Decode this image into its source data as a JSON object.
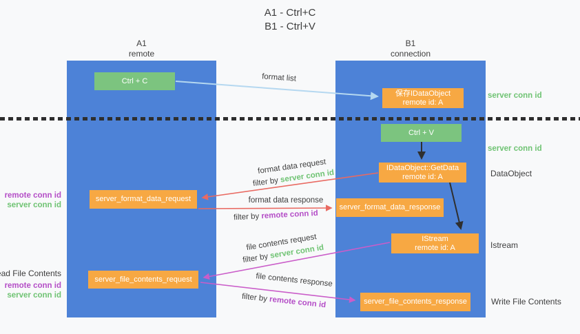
{
  "title": {
    "line1": "A1 - Ctrl+C",
    "line2": "B1 - Ctrl+V"
  },
  "lanes": {
    "left": {
      "header_line1": "A1",
      "header_line2": "remote"
    },
    "right": {
      "header_line1": "B1",
      "header_line2": "connection"
    }
  },
  "nodes": {
    "ctrl_c": {
      "label": "Ctrl + C"
    },
    "save_idataobject": {
      "line1": "保存IDataObject",
      "line2": "remote id: A"
    },
    "ctrl_v": {
      "label": "Ctrl + V"
    },
    "getdata": {
      "line1": "IDataObject::GetData",
      "line2": "remote id: A"
    },
    "format_request": {
      "label": "server_format_data_request"
    },
    "format_response": {
      "label": "server_format_data_response"
    },
    "istream": {
      "line1": "IStream",
      "line2": "remote id: A"
    },
    "file_request": {
      "label": "server_file_contents_request"
    },
    "file_response": {
      "label": "server_file_contents_response"
    }
  },
  "labels": {
    "format_list": "format list",
    "format_data_request": "format data request",
    "format_data_response": "format data response",
    "file_contents_request": "file contents request",
    "file_contents_response": "file contents response",
    "filter_by": "filter by ",
    "server_conn_id": "server conn id",
    "remote_conn_id": "remote conn id"
  },
  "side_labels": {
    "server_conn_id_top": "server conn id",
    "server_conn_id_mid": "server conn id",
    "data_object": "DataObject",
    "istream": "Istream",
    "write_file_contents": "Write File Contents",
    "read_file_contents": "Read File Contents",
    "remote_conn_id_top": "remote conn id",
    "server_conn_id_left_top": "server conn id",
    "remote_conn_id_bottom": "remote conn id",
    "server_conn_id_left_bottom": "server conn id"
  },
  "colors": {
    "lane_blue": "#4d82d7",
    "box_green": "#7cc47f",
    "box_orange": "#f7a843",
    "text_green": "#6fc373",
    "text_purple": "#b44ec7",
    "arrow_red": "#e96a62",
    "arrow_magenta": "#ca5dc9",
    "arrow_light_blue": "#b5d8f0",
    "arrow_black": "#2f2f2f",
    "background": "#f8f9fa"
  }
}
